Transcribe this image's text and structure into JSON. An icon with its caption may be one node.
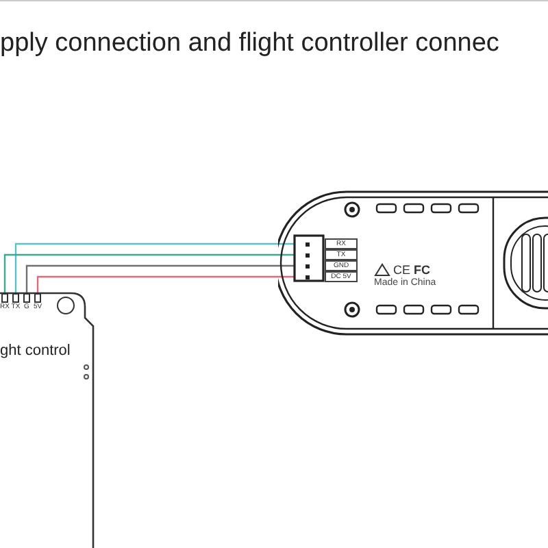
{
  "diagram": {
    "title": "pply connection and flight controller connec",
    "nodes": [
      {
        "text": [
          "ght control"
        ]
      },
      {
        "text": [
          "RX"
        ],
        "in": 0
      },
      {
        "text": [
          "TX"
        ],
        "in": 0
      },
      {
        "text": [
          "G"
        ],
        "in": 0
      },
      {
        "text": [
          "5V"
        ],
        "in": 0
      },
      {
        "text": [
          "Made in China"
        ]
      },
      {
        "text": [
          "RX"
        ],
        "in": 5
      },
      {
        "text": [
          "TX"
        ],
        "in": 5
      },
      {
        "text": [
          "GND"
        ],
        "in": 5
      },
      {
        "text": [
          "DC 5V"
        ],
        "in": 5
      }
    ],
    "edges": [
      {
        "from": 2,
        "to": 6,
        "arrow": "none",
        "color": "#5bbfcf"
      },
      {
        "from": 1,
        "to": 7,
        "arrow": "none",
        "color": "#3fa88f"
      },
      {
        "from": 3,
        "to": 8,
        "arrow": "none",
        "color": "#707070"
      },
      {
        "from": 4,
        "to": 9,
        "arrow": "none",
        "color": "#e06a78"
      }
    ],
    "labels": [
      "CE",
      "FC"
    ]
  }
}
